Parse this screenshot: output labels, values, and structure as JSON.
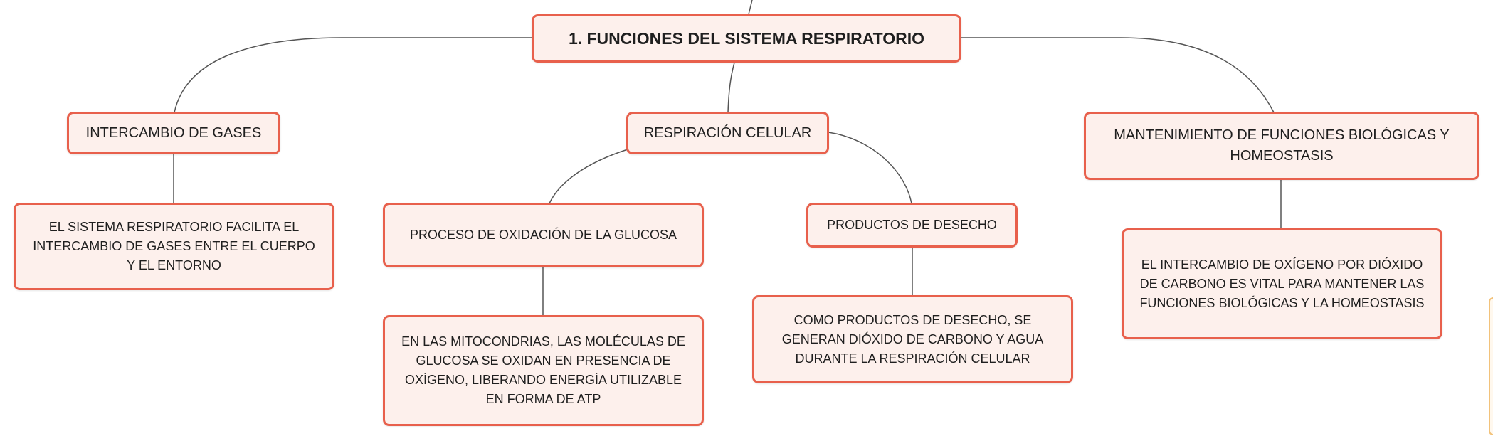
{
  "map": {
    "root": "1. FUNCIONES DEL SISTEMA RESPIRATORIO",
    "branches": [
      {
        "title": "INTERCAMBIO DE GASES",
        "detail": "EL SISTEMA RESPIRATORIO FACILITA EL INTERCAMBIO DE GASES ENTRE EL CUERPO Y EL ENTORNO"
      },
      {
        "title": "RESPIRACIÓN CELULAR",
        "children": [
          {
            "title": "PROCESO DE OXIDACIÓN DE LA GLUCOSA",
            "detail": "EN LAS MITOCONDRIAS, LAS MOLÉCULAS DE GLUCOSA SE OXIDAN EN PRESENCIA DE OXÍGENO, LIBERANDO ENERGÍA UTILIZABLE EN FORMA DE ATP"
          },
          {
            "title": "PRODUCTOS DE DESECHO",
            "detail": "COMO PRODUCTOS DE DESECHO, SE GENERAN DIÓXIDO DE CARBONO Y AGUA DURANTE LA RESPIRACIÓN CELULAR"
          }
        ]
      },
      {
        "title": "MANTENIMIENTO DE FUNCIONES BIOLÓGICAS Y HOMEOSTASIS",
        "detail": "EL INTERCAMBIO DE OXÍGENO POR DIÓXIDO DE CARBONO ES VITAL PARA MANTENER LAS FUNCIONES BIOLÓGICAS Y LA HOMEOSTASIS"
      }
    ]
  },
  "colors": {
    "node_fill": "#fdf0ec",
    "node_border": "#e8604c",
    "connector": "#555555",
    "side_tab_border": "#f2c27a"
  }
}
